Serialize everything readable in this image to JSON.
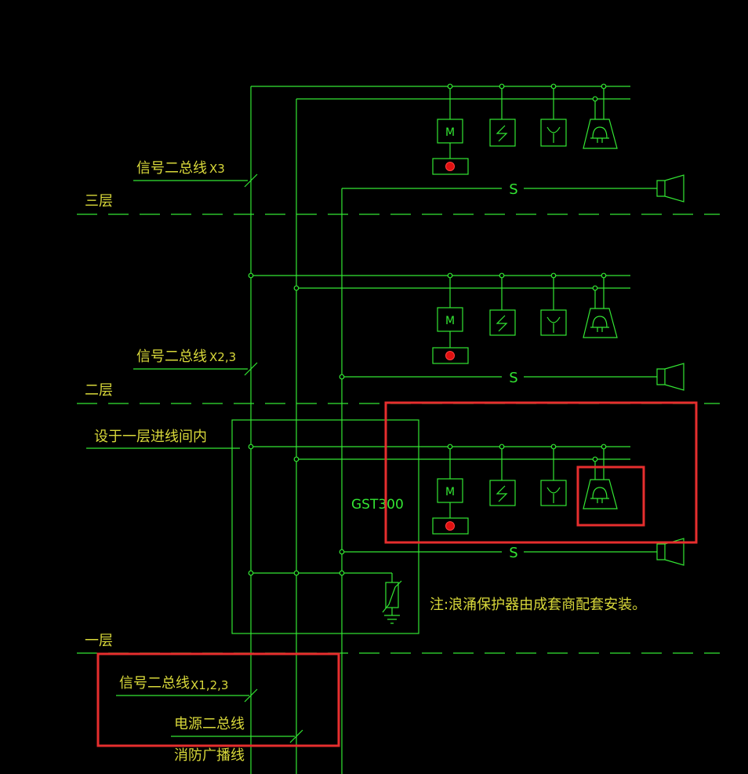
{
  "floors": [
    {
      "label": "三层",
      "bus_label": "信号二总线",
      "bus_tag": "X3"
    },
    {
      "label": "二层",
      "bus_label": "信号二总线",
      "bus_tag": "X2,3"
    },
    {
      "label": "一层"
    }
  ],
  "location_note": "设于一层进线间内",
  "controller": "GST300",
  "surge_note": "注:浪涌保护器由成套商配套安装。",
  "legend": {
    "signal_bus": "信号二总线",
    "signal_bus_tag": "X1,2,3",
    "power_bus": "电源二总线",
    "broadcast_line": "消防广播线"
  },
  "speaker_line_letter": "S",
  "module_letter": "M",
  "colors": {
    "wire": "#33e633",
    "label": "#d8d83a",
    "highlight": "#e62e2e",
    "lamp": "#e01010"
  }
}
